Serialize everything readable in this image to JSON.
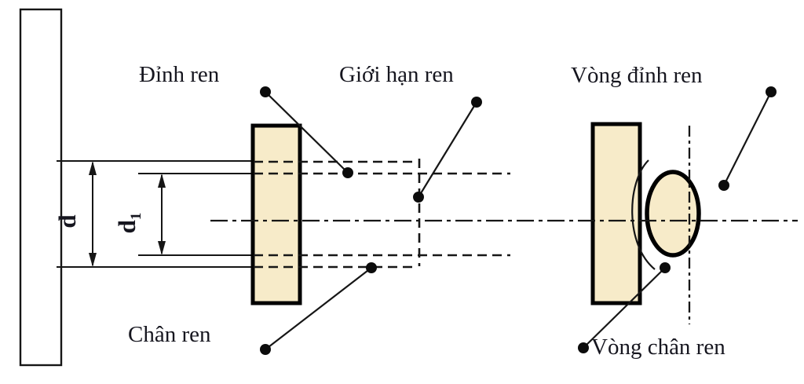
{
  "diagram": {
    "labels": {
      "crest": "Đỉnh ren",
      "limit": "Giới hạn ren",
      "crest_circle": "Vòng đỉnh ren",
      "root": "Chân ren",
      "root_circle": "Vòng chân ren"
    },
    "dimensions": {
      "major": "d",
      "minor_base": "d",
      "minor_sub": "1"
    },
    "colors": {
      "background": "#ffffff",
      "line": "#161616",
      "section_fill": "#f7ebc9",
      "text": "#16161f"
    }
  }
}
